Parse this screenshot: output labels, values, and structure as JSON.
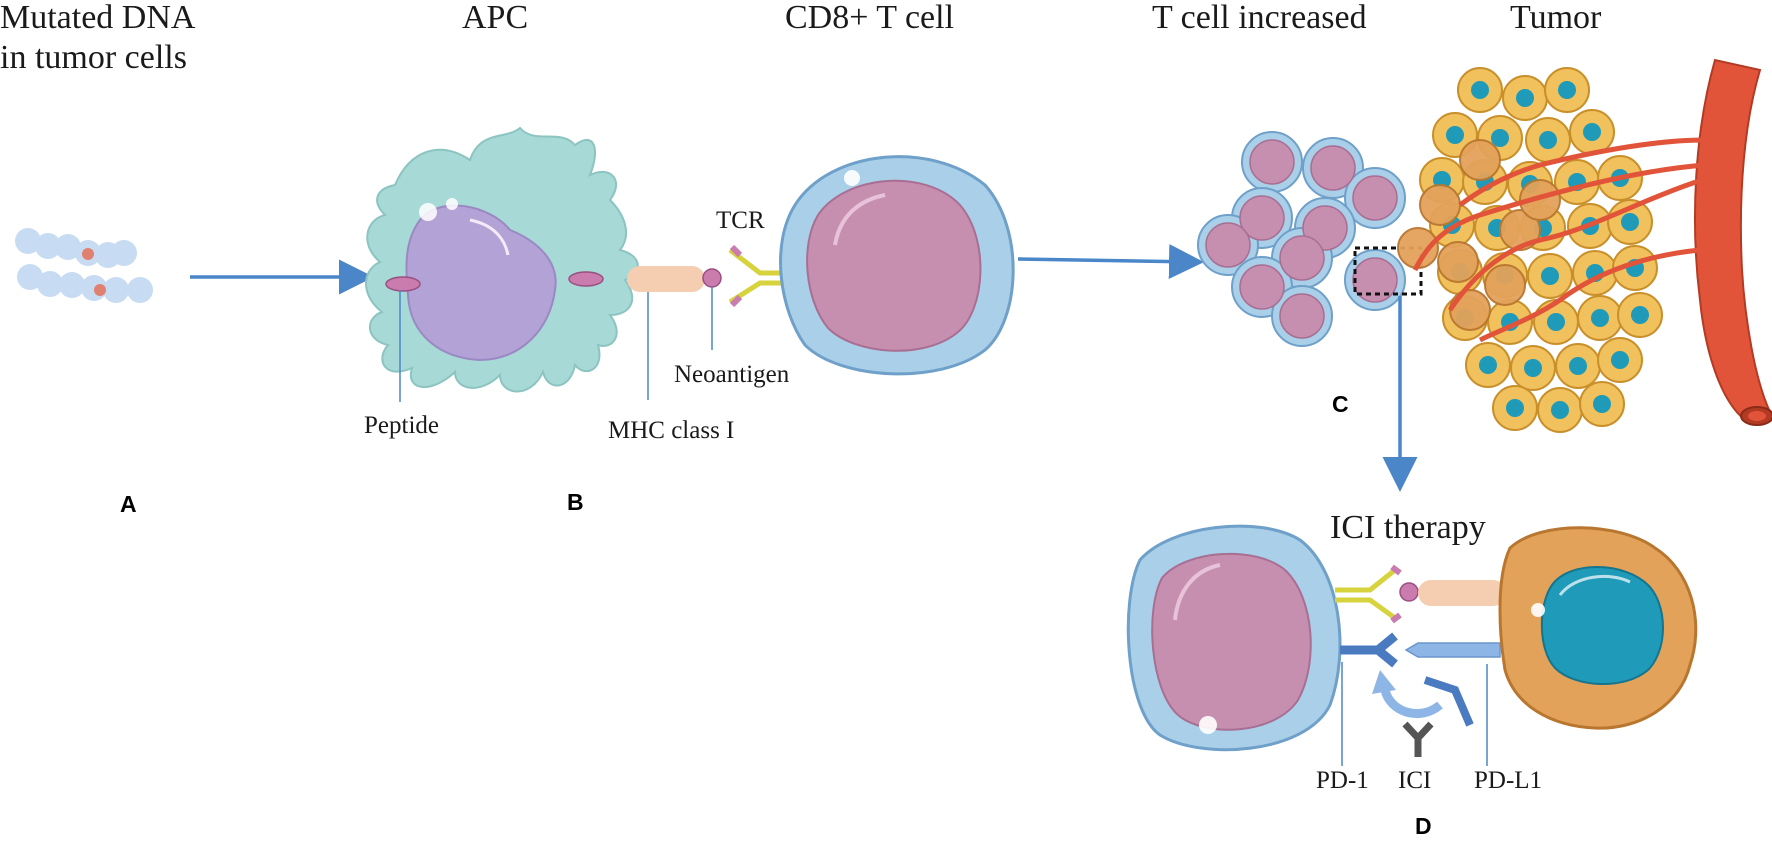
{
  "titles": {
    "mutated_line1": "Mutated DNA",
    "mutated_line2": "in tumor cells",
    "apc": "APC",
    "cd8": "CD8+ T cell",
    "tcell_increased": "T cell increased",
    "tumor": "Tumor"
  },
  "labels": {
    "tcr": "TCR",
    "peptide": "Peptide",
    "mhc": "MHC class I",
    "neoantigen": "Neoantigen",
    "ici_therapy": "ICI therapy",
    "pd1": "PD-1",
    "ici": "ICI",
    "pdl1": "PD-L1"
  },
  "panels": {
    "a": "A",
    "b": "B",
    "c": "C",
    "d": "D"
  },
  "colors": {
    "arrow": "#4a86c8",
    "apc_body": "#a7d9d6",
    "apc_nucleus": "#b3a2d6",
    "tcell_membrane": "#a9cfe9",
    "tcell_nucleus": "#c68fb0",
    "tumor_cell": "#f0c15c",
    "tumor_nucleus": "#1f9ab8",
    "vessel": "#e2543a",
    "mhc": "#f5cdb0",
    "peptide": "#c97cad"
  }
}
